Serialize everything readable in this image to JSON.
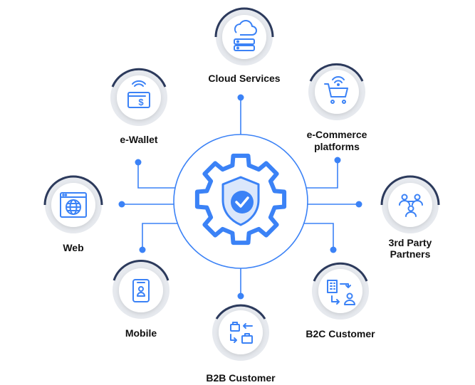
{
  "colors": {
    "accent": "#3b82f6",
    "ring": "#2c3a5c",
    "ringGrey": "#dfe3ea",
    "dark": "#1f2a44"
  },
  "center": {
    "icon": "gear-shield-check-icon"
  },
  "nodes": [
    {
      "id": "cloud",
      "label": "Cloud Services",
      "icon": "cloud-server-icon"
    },
    {
      "id": "ecom",
      "label_lines": [
        "e-Commerce",
        "platforms"
      ],
      "icon": "shopping-cart-icon"
    },
    {
      "id": "partners",
      "label_lines": [
        "3rd Party",
        "Partners"
      ],
      "icon": "partners-icon"
    },
    {
      "id": "b2c",
      "label": "B2C Customer",
      "icon": "building-user-icon"
    },
    {
      "id": "b2b",
      "label": "B2B Customer",
      "icon": "exchange-icon"
    },
    {
      "id": "mobile",
      "label": "Mobile",
      "icon": "mobile-user-icon"
    },
    {
      "id": "web",
      "label": "Web",
      "icon": "web-globe-icon"
    },
    {
      "id": "wallet",
      "label": "e-Wallet",
      "icon": "wallet-icon"
    }
  ]
}
